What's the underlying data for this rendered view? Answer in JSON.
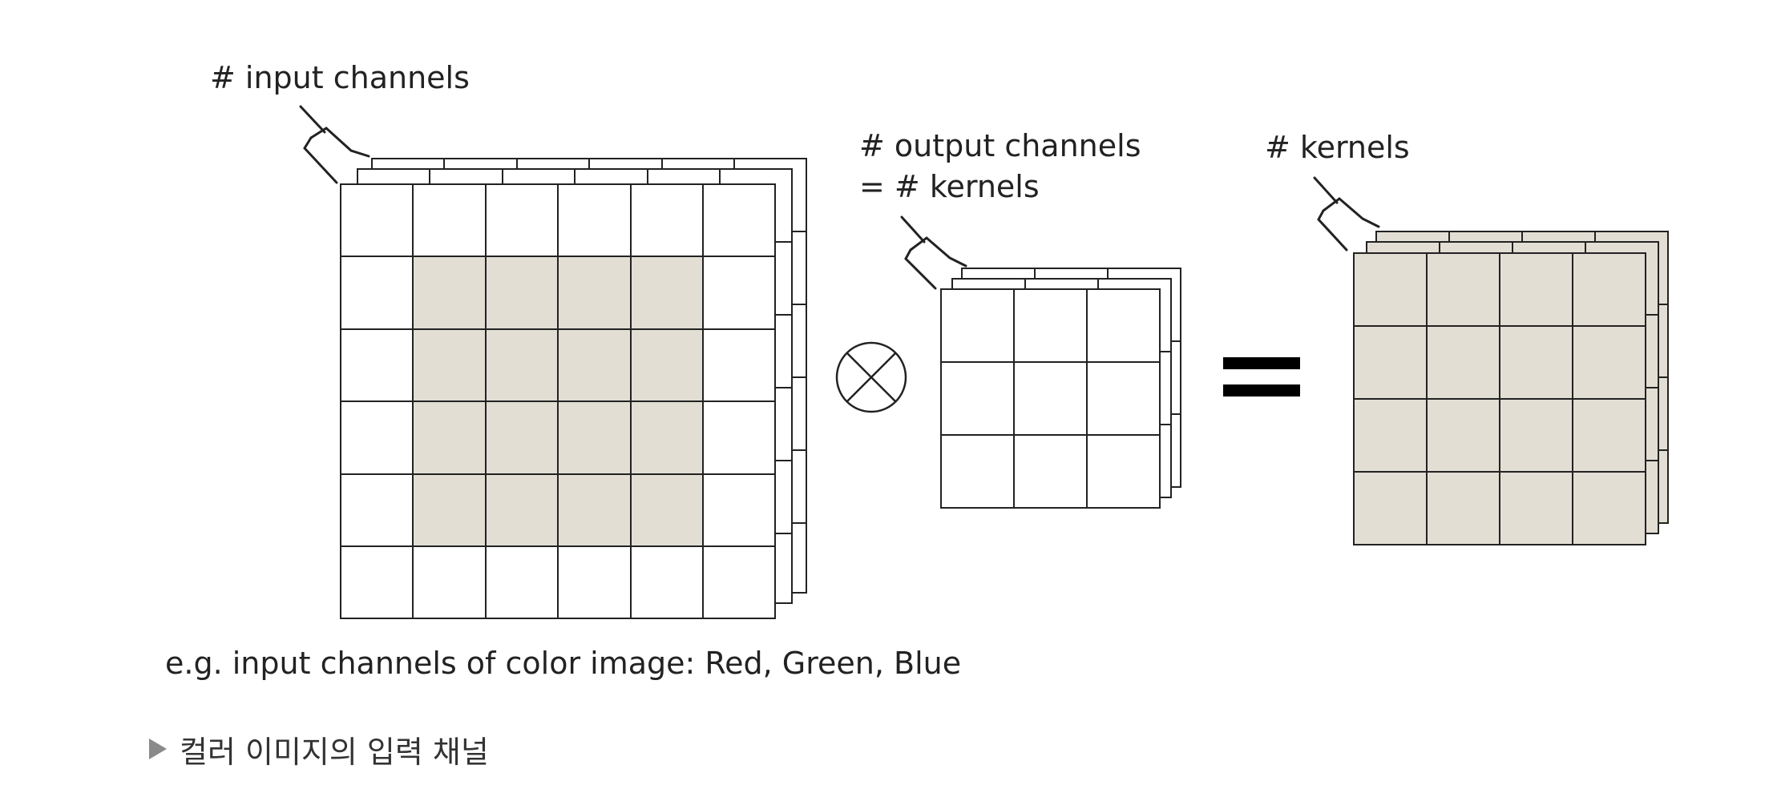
{
  "labels": {
    "input_channels": "# input channels",
    "output_channels_line1": "# output channels",
    "output_channels_line2": "= # kernels",
    "kernels": "# kernels",
    "example": "e.g. input channels of color image: Red, Green, Blue",
    "caption": "컬러 이미지의 입력 채널"
  },
  "operators": {
    "convolution": "⊗",
    "equals": "="
  },
  "colors": {
    "shaded_cell": "#e2ded4",
    "grid_line": "#222222",
    "caption_marker": "#8a8a8a"
  },
  "grids": {
    "input": {
      "rows": 6,
      "cols": 6,
      "shaded_rows": [
        1,
        4
      ],
      "shaded_cols": [
        1,
        4
      ]
    },
    "kernel": {
      "rows": 3,
      "cols": 3
    },
    "output": {
      "rows": 4,
      "cols": 4
    }
  }
}
